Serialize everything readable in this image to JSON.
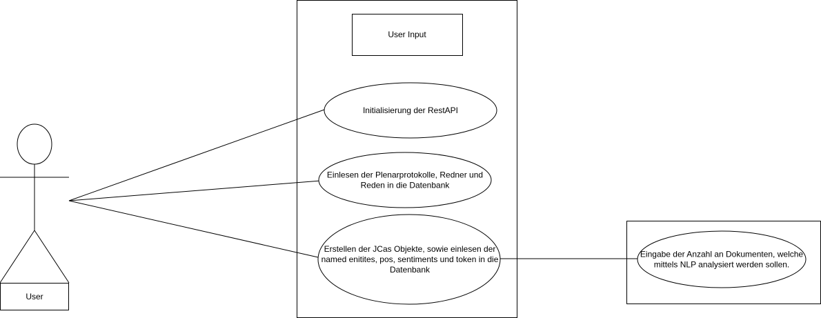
{
  "actor": {
    "label": "User"
  },
  "system": {
    "title": "User Input"
  },
  "use_cases": {
    "init": [
      "Initialisierung der RestAPI"
    ],
    "load": [
      "Einlesen der Plenarprotokolle, Redner und",
      "Reden in die Datenbank"
    ],
    "jcas": [
      "Erstellen der JCas Objekte, sowie einlesen der",
      "named enitites, pos, sentiments und token in die",
      "Datenbank"
    ],
    "input": [
      "Eingabe der Anzahl an Dokumenten, welche",
      "mittels NLP analysiert werden sollen."
    ]
  }
}
